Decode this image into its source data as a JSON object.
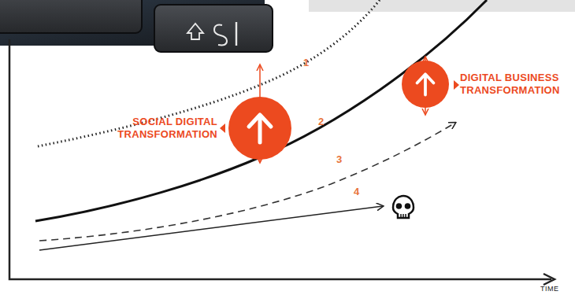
{
  "diagram": {
    "nodes": [
      {
        "text": [
          "SOCIAL DIGITAL TRANSFORMATION"
        ]
      },
      {
        "text": [
          "DIGITAL BUSINESS TRANSFORMATION"
        ]
      }
    ],
    "labels": [
      "1",
      "2",
      "3",
      "4",
      "TIME"
    ]
  }
}
